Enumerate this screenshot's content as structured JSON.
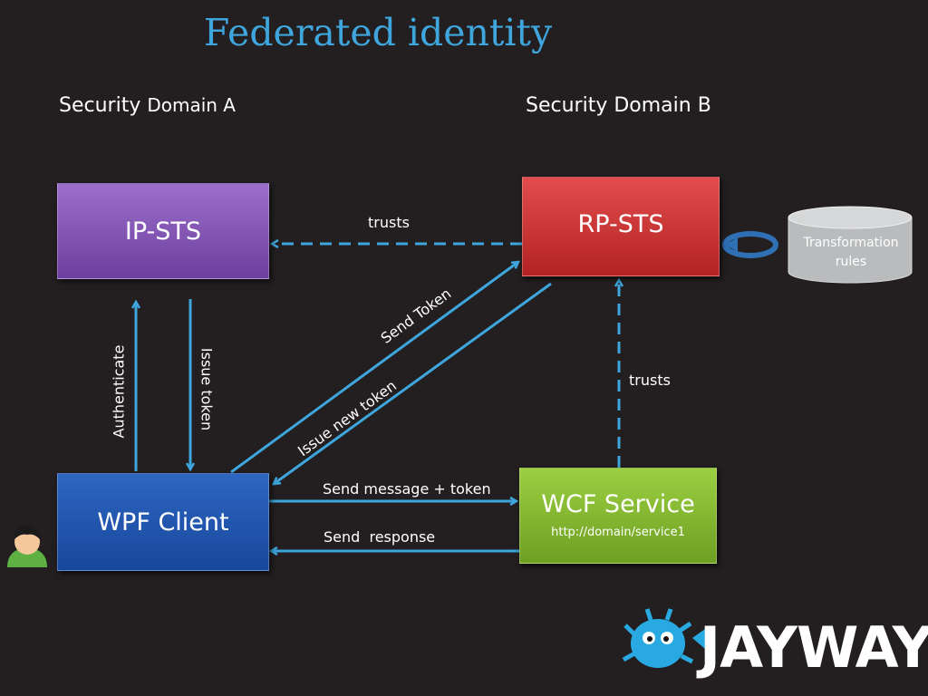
{
  "title": "Federated identity",
  "domains": {
    "a": {
      "prefix": "Security",
      "name": "Domain A"
    },
    "b": "Security Domain B"
  },
  "nodes": {
    "ip_sts": "IP-STS",
    "rp_sts": "RP-STS",
    "wpf_client": "WPF Client",
    "wcf_service": "WCF Service",
    "wcf_url": "http://domain/service1",
    "transformation_rules": "Transformation rules"
  },
  "edges": {
    "trusts_top": "trusts",
    "trusts_right": "trusts",
    "authenticate": "Authenticate",
    "issue_token": "Issue token",
    "send_token": "Send Token",
    "issue_new_token": "Issue new token",
    "send_message": "Send message + token",
    "send_response": "Send  response"
  },
  "logo": "JAYWAY",
  "colors": {
    "background": "#231f20",
    "accent": "#3ea6dd",
    "ip_sts": "#8456b6",
    "rp_sts": "#cc3333",
    "wpf_client": "#1f56ae",
    "wcf_service": "#86b832",
    "arrow": "#3ea6dd"
  }
}
